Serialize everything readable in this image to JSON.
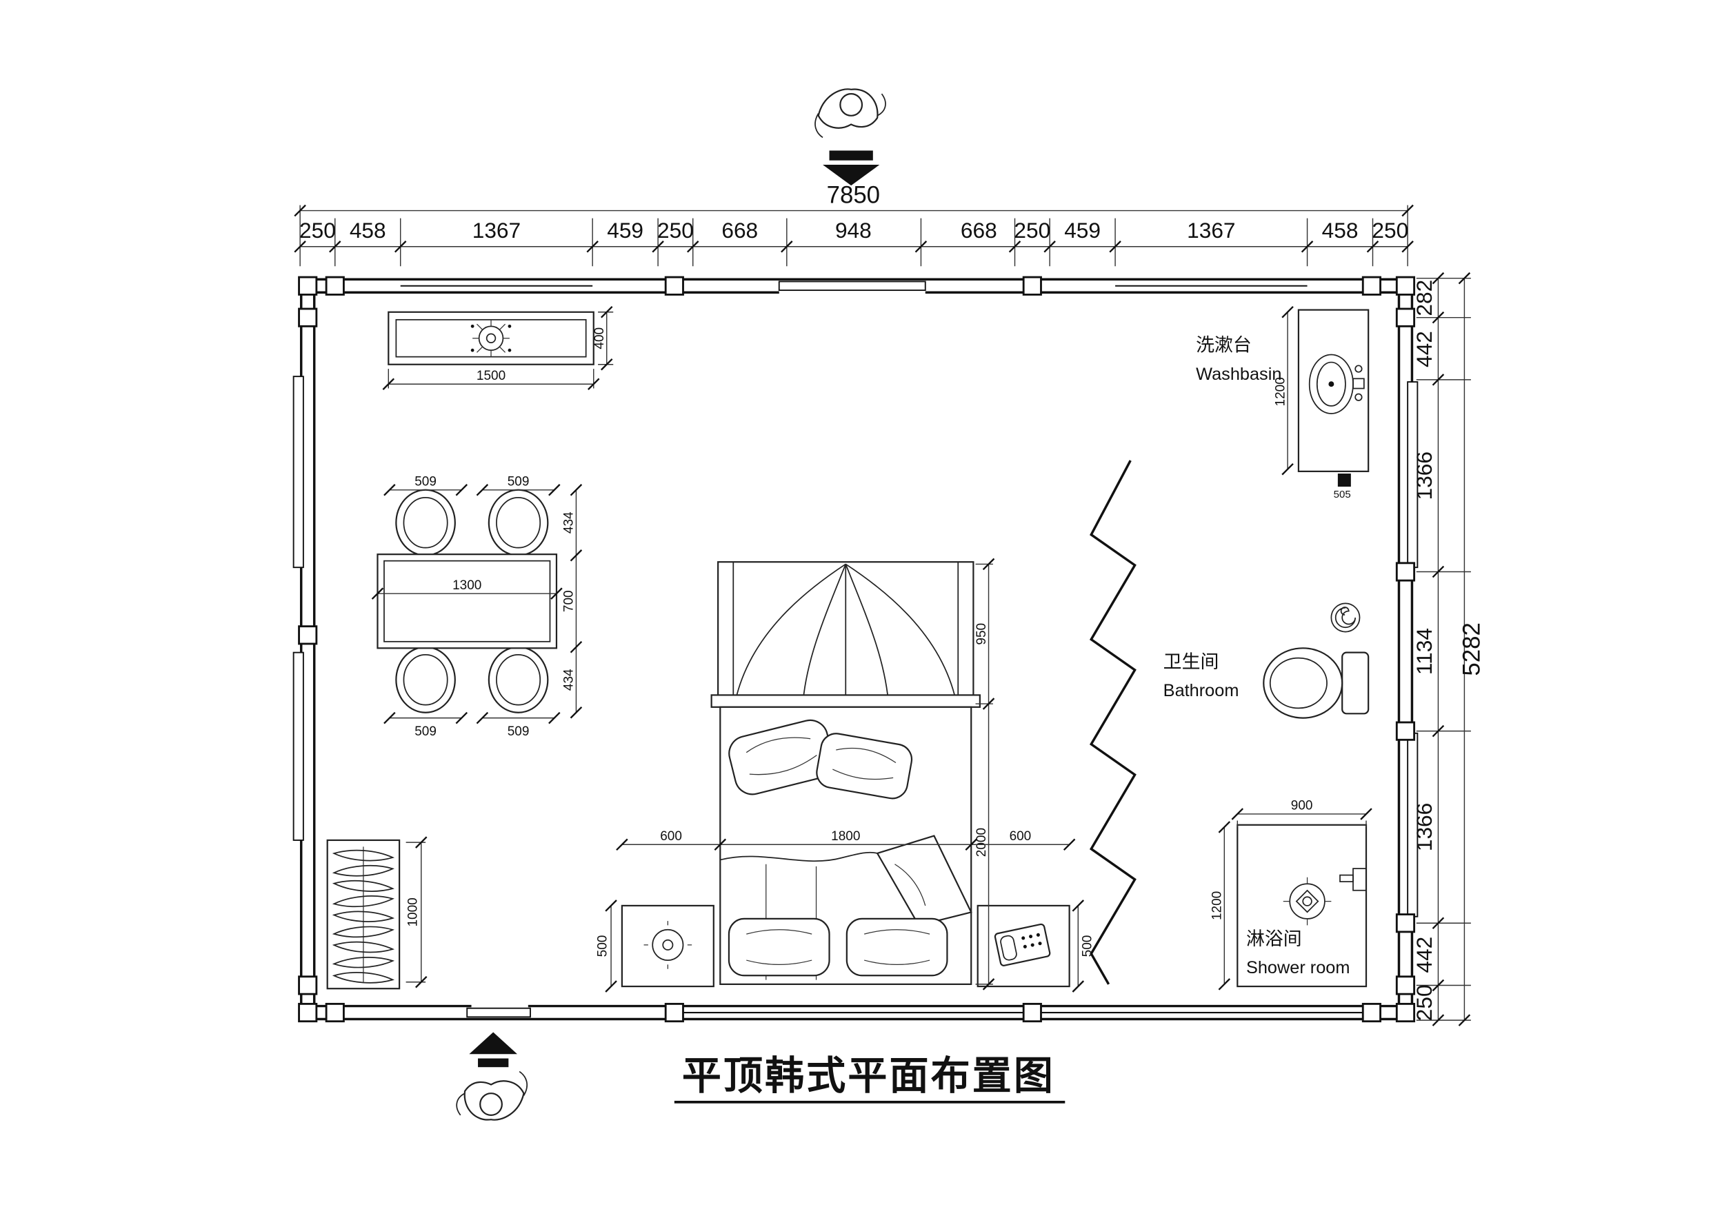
{
  "title": "平顶韩式平面布置图",
  "top_dims": {
    "total": "7850",
    "segments": [
      "250",
      "458",
      "1367",
      "459",
      "250",
      "668",
      "948",
      "668",
      "250",
      "459",
      "1367",
      "458",
      "250"
    ]
  },
  "right_dims": {
    "total": "5282",
    "segments": [
      "282",
      "442",
      "1366",
      "1134",
      "1366",
      "442",
      "250"
    ]
  },
  "rooms": {
    "washbasin": {
      "cn": "洗漱台",
      "en": "Washbasin"
    },
    "bathroom": {
      "cn": "卫生间",
      "en": "Bathroom"
    },
    "shower": {
      "cn": "淋浴间",
      "en": "Shower room"
    }
  },
  "furniture_dims": {
    "light_w": "1500",
    "light_h": "400",
    "chair_top_l": "509",
    "chair_top_r": "509",
    "chair_bot_l": "509",
    "chair_bot_r": "509",
    "table_side_top": "434",
    "table_side_mid": "700",
    "table_side_bot": "434",
    "table_w": "1300",
    "wardrobe_h": "1000",
    "canopy_d": "950",
    "bed_l": "2000",
    "bed_left": "600",
    "bed_w": "1800",
    "bed_right": "600",
    "nightstand_l": "500",
    "nightstand_r": "500",
    "basin_h": "1200",
    "basin_drain": "505",
    "shower_w": "900",
    "shower_h": "1200"
  }
}
